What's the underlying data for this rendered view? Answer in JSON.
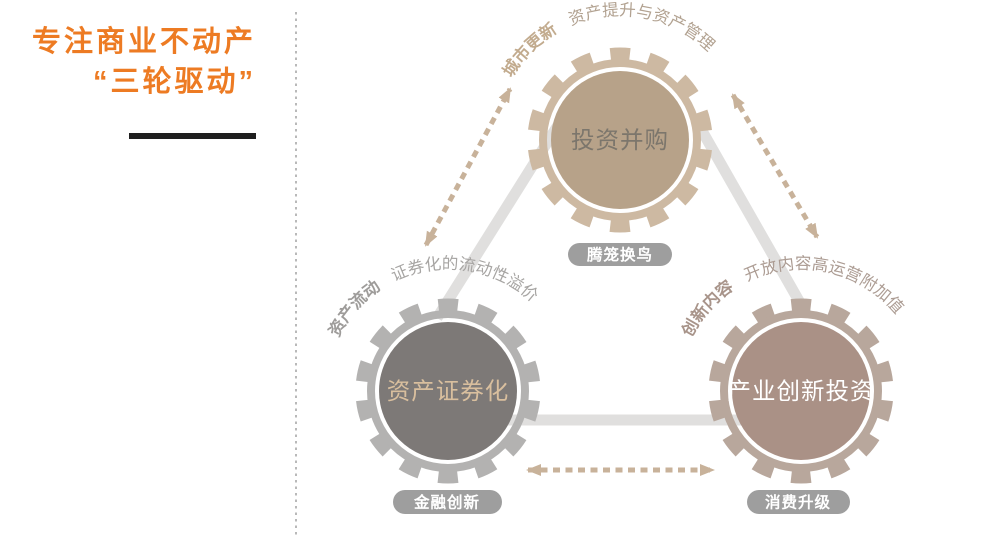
{
  "title": {
    "line1": "专注商业不动产",
    "line2": "“三轮驱动”"
  },
  "gears": {
    "top": {
      "label": "投资并购",
      "tag": "腾笼换鸟",
      "arc_lead": "城市更新",
      "arc_text": "资产提升与资产管理"
    },
    "left": {
      "label": "资产证券化",
      "tag": "金融创新",
      "arc_lead": "资产流动",
      "arc_text": "证券化的流动性溢价"
    },
    "right": {
      "label": "产业创新投资",
      "tag": "消费升级",
      "arc_lead": "创新内容",
      "arc_text": "开放内容高运营附加值"
    }
  },
  "colors": {
    "accent_orange": "#ED7B23",
    "title_rule": "#1F1F1F",
    "top_gear": "#CDB9A2",
    "top_gear_inner": "#B7A289",
    "left_gear": "#B3B2B1",
    "left_gear_inner": "#7D7977",
    "right_gear": "#B8A79C",
    "right_gear_inner": "#AA9186",
    "tag_pill": "#9E9E9E",
    "arrow_dash": "#C8B29A",
    "link_line": "#E0DFDE"
  }
}
